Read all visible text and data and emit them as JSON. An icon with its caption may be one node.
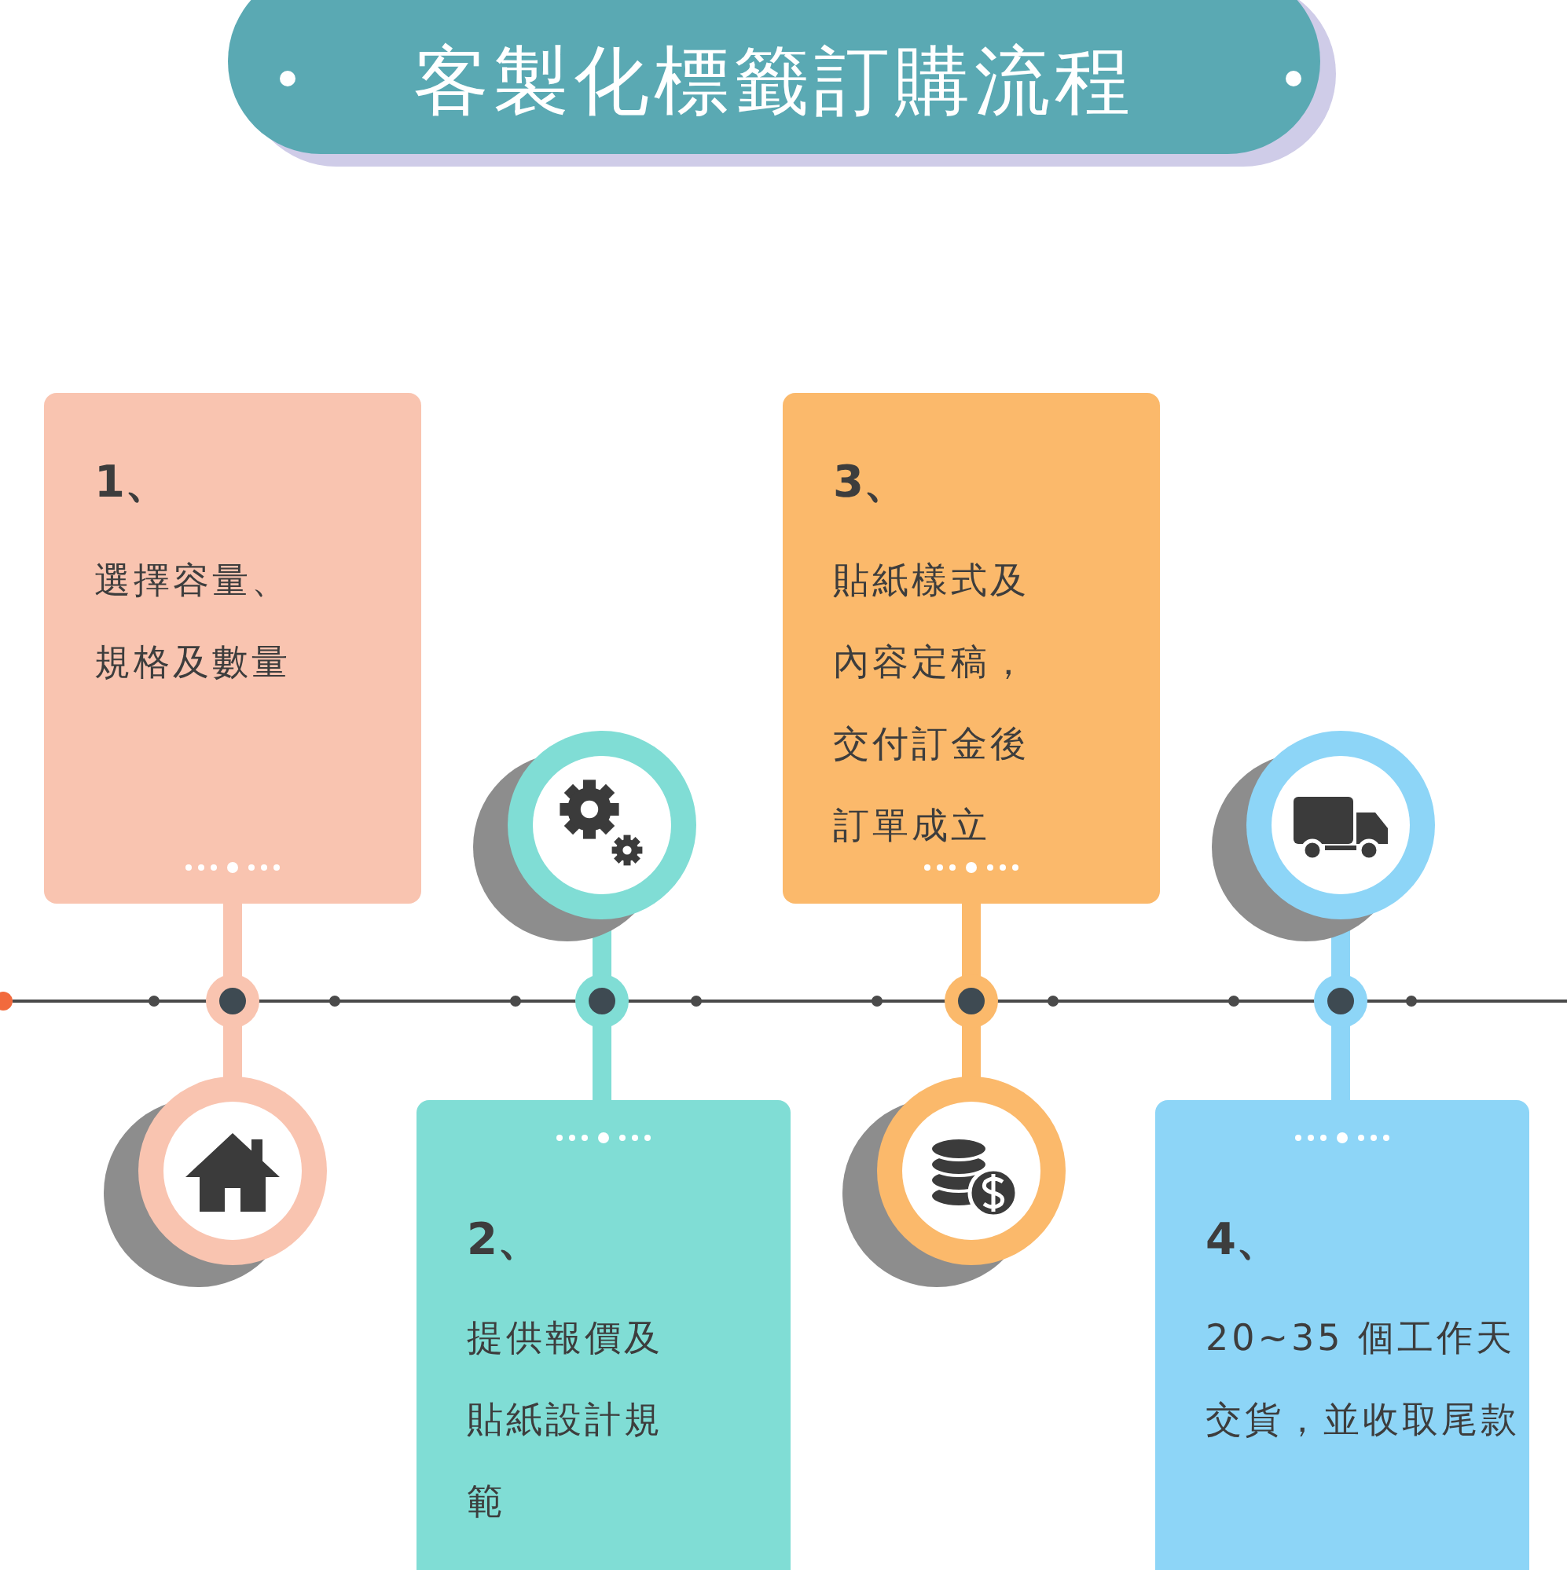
{
  "diagram": {
    "title": "客製化標籤訂購流程",
    "nodes": [
      {
        "text": [
          "1、",
          "選擇容量、規格及數量"
        ]
      },
      {
        "text": [],
        "shape": "circle"
      },
      {
        "text": [
          "2、",
          "提供報價及貼紙設計規範"
        ]
      },
      {
        "text": [],
        "shape": "circle"
      },
      {
        "text": [
          "3、",
          "貼紙樣式及內容定稿，交付訂金後訂單成立"
        ]
      },
      {
        "text": [],
        "shape": "circle"
      },
      {
        "text": [
          "4、",
          "20~35 個工作天交貨，並收取尾款"
        ]
      },
      {
        "text": [],
        "shape": "circle"
      }
    ]
  }
}
